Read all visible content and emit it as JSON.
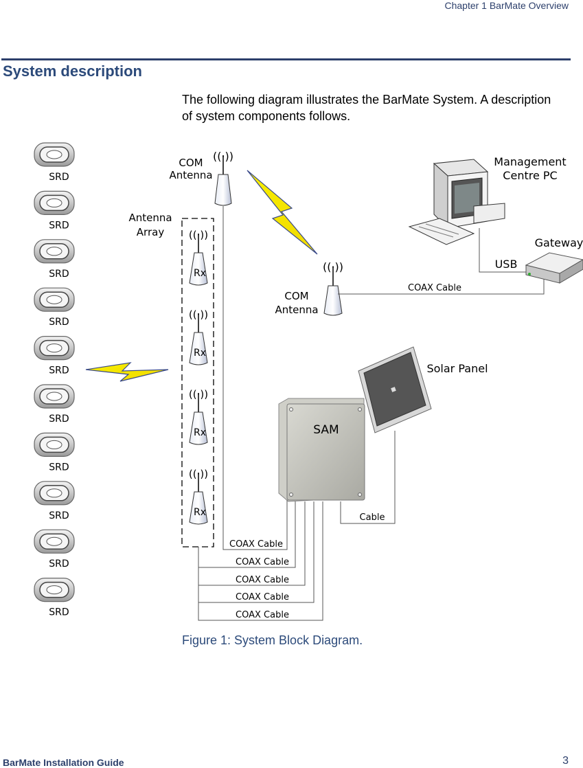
{
  "header": {
    "chapter": "Chapter 1 BarMate Overview"
  },
  "section": {
    "title": "System description",
    "intro": "The following diagram illustrates the BarMate System. A description of system components follows."
  },
  "diagram": {
    "srd_label": "SRD",
    "srd_count": 10,
    "com_antenna_top": [
      "COM",
      "Antenna"
    ],
    "com_antenna_mid": [
      "COM",
      "Antenna"
    ],
    "antenna_array": [
      "Antenna",
      "Array"
    ],
    "rx_label": "Rx",
    "management_pc": [
      "Management",
      "Centre PC"
    ],
    "gateway": "Gateway",
    "usb": "USB",
    "coax_gateway": "COAX Cable",
    "solar_panel": "Solar Panel",
    "sam": "SAM",
    "cable": "Cable",
    "coax_cables": [
      "COAX Cable",
      "COAX Cable",
      "COAX Cable",
      "COAX Cable",
      "COAX Cable"
    ]
  },
  "caption": "Figure 1: System Block Diagram.",
  "footer": {
    "title": "BarMate Installation Guide",
    "page": "3"
  }
}
